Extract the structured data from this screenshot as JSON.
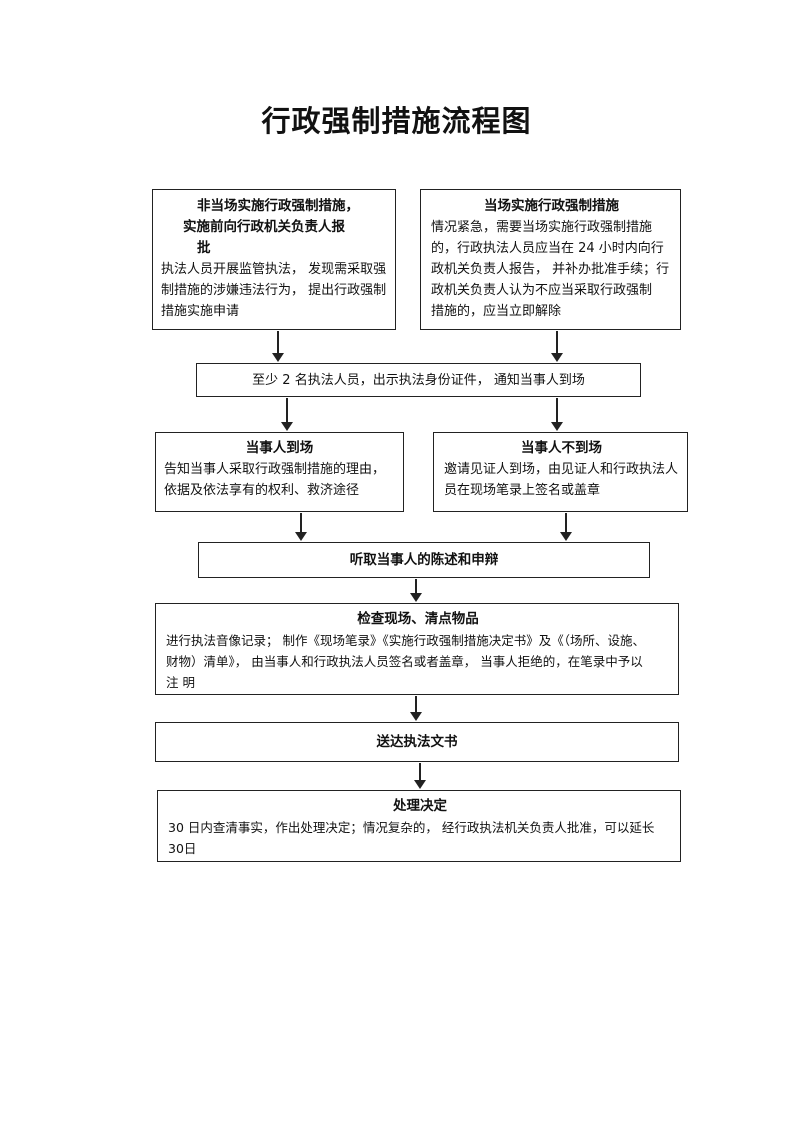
{
  "title": "行政强制措施流程图",
  "boxes": {
    "non_site": {
      "head_lines": [
        "非当场实施行政强制措施，",
        "实施前向行政机关负责人报",
        "批"
      ],
      "body_lines": [
        "执法人员开展监管执法， 发现需采取强",
        "制措施的涉嫌违法行为， 提出行政强制",
        "措施实施申请"
      ]
    },
    "on_site": {
      "head": "当场实施行政强制措施",
      "body_lines": [
        "情况紧急，需要当场实施行政强制措施",
        "的，行政执法人员应当在 24 小时内向行",
        "政机关负责人报告， 并补办批准手续；行",
        "政机关负责人认为不应当采取行政强制",
        "措施的，应当立即解除"
      ]
    },
    "identity": {
      "text": "至少 2 名执法人员，出示执法身份证件， 通知当事人到场"
    },
    "present": {
      "head": "当事人到场",
      "body_lines": [
        "告知当事人采取行政强制措施的理由，",
        "依据及依法享有的权利、救济途径"
      ]
    },
    "absent": {
      "head": "当事人不到场",
      "body_lines": [
        "邀请见证人到场，由见证人和行政执法人",
        "员在现场笔录上签名或盖章"
      ]
    },
    "hearing": {
      "text": "听取当事人的陈述和申辩"
    },
    "inspect": {
      "head": "检查现场、清点物品",
      "body_lines": [
        "进行执法音像记录； 制作《现场笔录》《实施行政强制措施决定书》及《（场所、设施、",
        "财物）清单》， 由当事人和行政执法人员签名或者盖章， 当事人拒绝的，在笔录中予以",
        "注 明"
      ]
    },
    "deliver": {
      "text": "送达执法文书"
    },
    "decision": {
      "head": "处理决定",
      "body_lines": [
        "30 日内查清事实，作出处理决定；情况复杂的， 经行政执法机关负责人批准，可以延长",
        "30日"
      ]
    }
  }
}
